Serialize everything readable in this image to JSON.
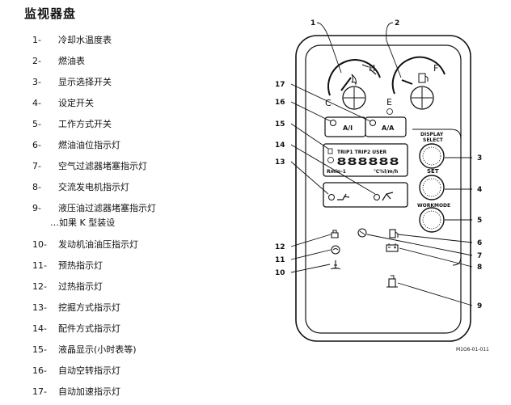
{
  "title": "监视器盘",
  "legend": [
    {
      "num": "1-",
      "label": "冷却水温度表"
    },
    {
      "num": "2-",
      "label": "燃油表"
    },
    {
      "num": "3-",
      "label": "显示选择开关"
    },
    {
      "num": "4-",
      "label": "设定开关"
    },
    {
      "num": "5-",
      "label": "工作方式开关"
    },
    {
      "num": "6-",
      "label": "燃油油位指示灯"
    },
    {
      "num": "7-",
      "label": "空气过滤器堵塞指示灯"
    },
    {
      "num": "8-",
      "label": "交流发电机指示灯"
    },
    {
      "num": "9-",
      "label": "液压油过滤器堵塞指示灯"
    },
    {
      "num": "10-",
      "label": "发动机油油压指示灯"
    },
    {
      "num": "11-",
      "label": "预热指示灯"
    },
    {
      "num": "12-",
      "label": "过热指示灯"
    },
    {
      "num": "13-",
      "label": "挖掘方式指示灯"
    },
    {
      "num": "14-",
      "label": "配件方式指示灯"
    },
    {
      "num": "15-",
      "label": "液晶显示(小时表等)"
    },
    {
      "num": "16-",
      "label": "自动空转指示灯"
    },
    {
      "num": "17-",
      "label": "自动加速指示灯"
    }
  ],
  "legend_note": "…如果 K 型装设",
  "diagram": {
    "callouts": [
      "1",
      "2",
      "3",
      "4",
      "5",
      "6",
      "7",
      "8",
      "9",
      "10",
      "11",
      "12",
      "13",
      "14",
      "15",
      "16",
      "17"
    ],
    "gauge_left": {
      "low": "C",
      "high": "H"
    },
    "gauge_right": {
      "low": "E",
      "high": "F"
    },
    "buttons": {
      "display_select": "DISPLAY SELECT",
      "set": "SET",
      "workmode": "WORKMODE"
    },
    "switch_labels": {
      "auto_idle": "A/I",
      "auto_accel": "A/A"
    },
    "lcd": {
      "header": "TRIP1 TRIP2 USER",
      "digits": "888888",
      "unit_left": "Rmin-1",
      "unit_right": "℃%l/m/h"
    },
    "figure_code": "M1G6-01-011"
  }
}
